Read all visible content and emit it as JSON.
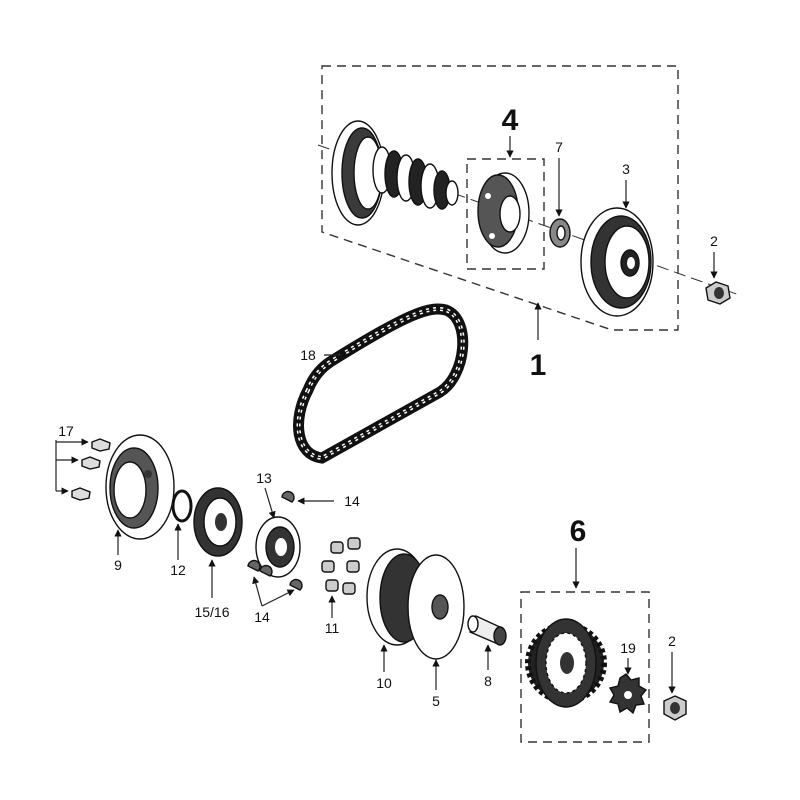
{
  "callouts": {
    "c1": "1",
    "c2_top": "2",
    "c2_bottom": "2",
    "c3": "3",
    "c4": "4",
    "c5": "5",
    "c6": "6",
    "c7": "7",
    "c8": "8",
    "c9": "9",
    "c10": "10",
    "c11": "11",
    "c12": "12",
    "c13": "13",
    "c14_top": "14",
    "c14_bottom": "14",
    "c15_16": "15/16",
    "c17": "17",
    "c18": "18",
    "c19": "19"
  }
}
